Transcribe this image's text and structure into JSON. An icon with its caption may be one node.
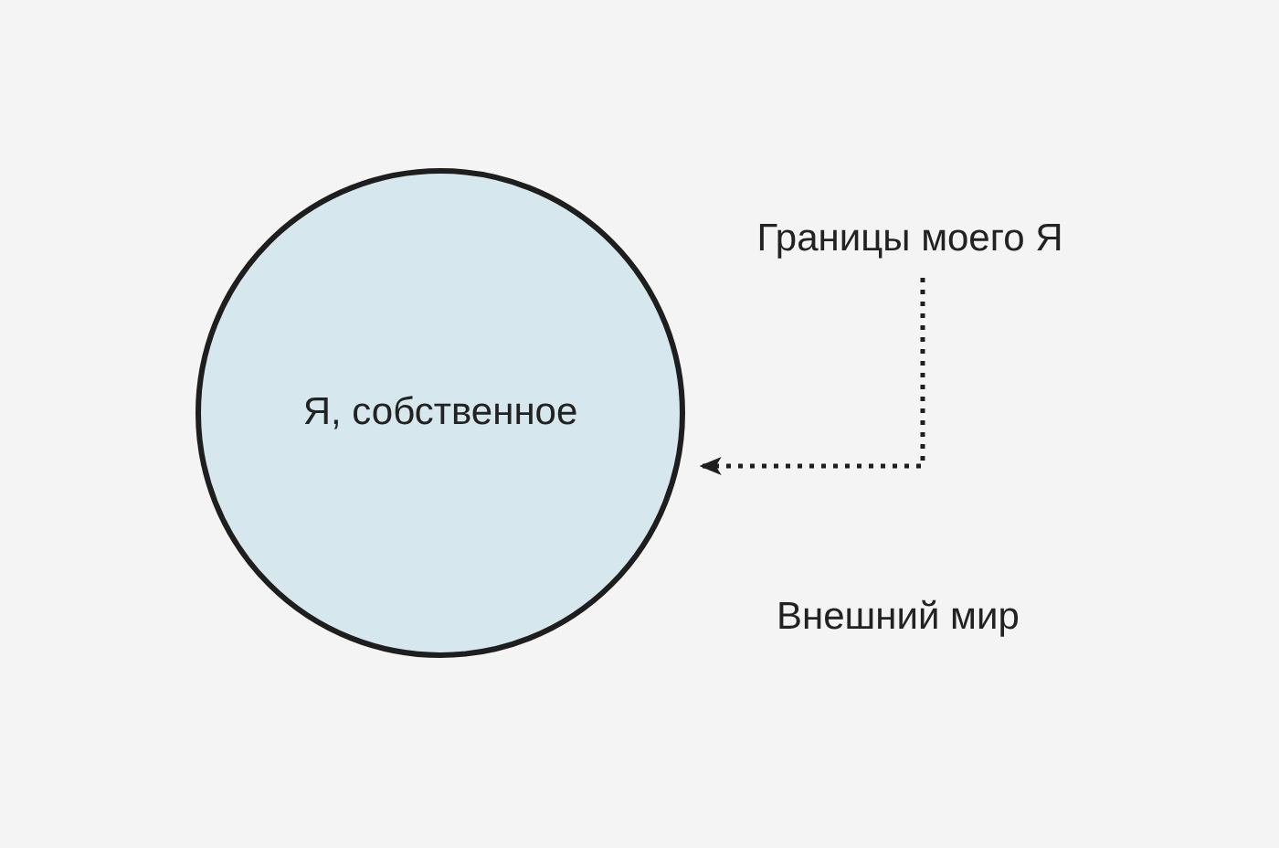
{
  "diagram": {
    "nodes": [
      {
        "text": [
          "Я, собственное"
        ]
      },
      {
        "text": [
          "Границы моего Я"
        ]
      }
    ],
    "edges": [
      {
        "from": 1,
        "to": 0,
        "arrow": "to",
        "style": "dashed"
      }
    ],
    "labels": [
      "Внешний мир"
    ]
  }
}
